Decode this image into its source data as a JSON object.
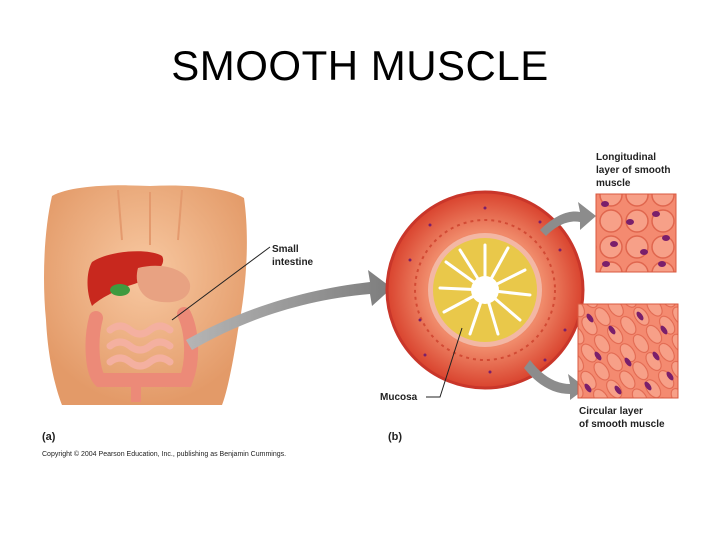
{
  "title": "SMOOTH MUSCLE",
  "labels": {
    "small_intestine_1": "Small",
    "small_intestine_2": "intestine",
    "mucosa": "Mucosa",
    "longitudinal_1": "Longitudinal",
    "longitudinal_2": "layer of smooth",
    "longitudinal_3": "muscle",
    "circular_1": "Circular layer",
    "circular_2": "of smooth muscle",
    "panel_a": "(a)",
    "panel_b": "(b)"
  },
  "copyright": "Copyright © 2004 Pearson Education, Inc., publishing as Benjamin Cummings.",
  "colors": {
    "skin": "#f3b58a",
    "liver": "#c8281e",
    "intestine": "#f4a08c",
    "muscle_outer": "#e8503c",
    "muscle_inner": "#f07b5e",
    "mucosa": "#e9c84a",
    "nucleus": "#7a1f6b",
    "arrow": "#888888"
  },
  "icons": [
    "torso-illustration",
    "intestine-cross-section",
    "longitudinal-cells-inset",
    "circular-cells-inset"
  ]
}
